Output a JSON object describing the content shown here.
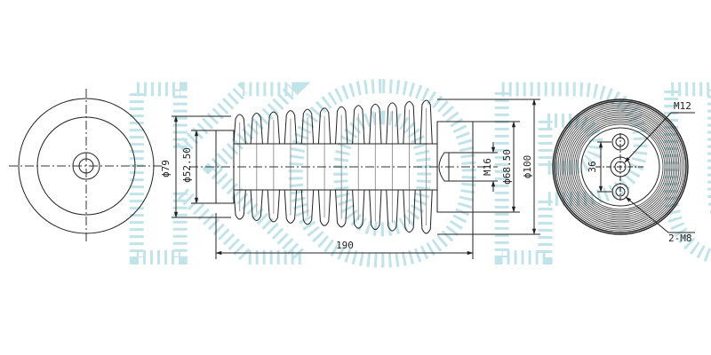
{
  "watermark": {
    "text": "KOPU",
    "color_a": "#8ecfd8",
    "color_b": "#e7b3d9",
    "color_c": "#c9df9c"
  },
  "colors": {
    "line": "#222222",
    "centerline": "#333333",
    "background": "#ffffff"
  },
  "dimensions": {
    "dia_79": "ϕ79",
    "dia_52_50": "ϕ52.50",
    "length_190": "190",
    "thread_m16": "M16",
    "dia_68_50": "ϕ68.50",
    "dia_100": "ϕ100",
    "bolt_circle_36": "36",
    "thread_m12": "M12",
    "thread_2_m8": "2-M8"
  },
  "views": [
    "front-view-circle",
    "side-view-insulator",
    "rear-view-circle"
  ],
  "insulator": {
    "shed_count": 12
  }
}
